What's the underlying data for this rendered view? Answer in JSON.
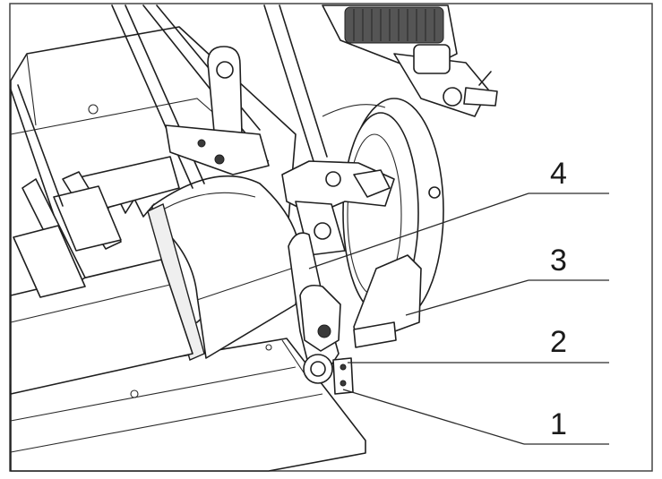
{
  "callouts": [
    {
      "label": "4"
    },
    {
      "label": "3"
    },
    {
      "label": "2"
    },
    {
      "label": "1"
    }
  ]
}
